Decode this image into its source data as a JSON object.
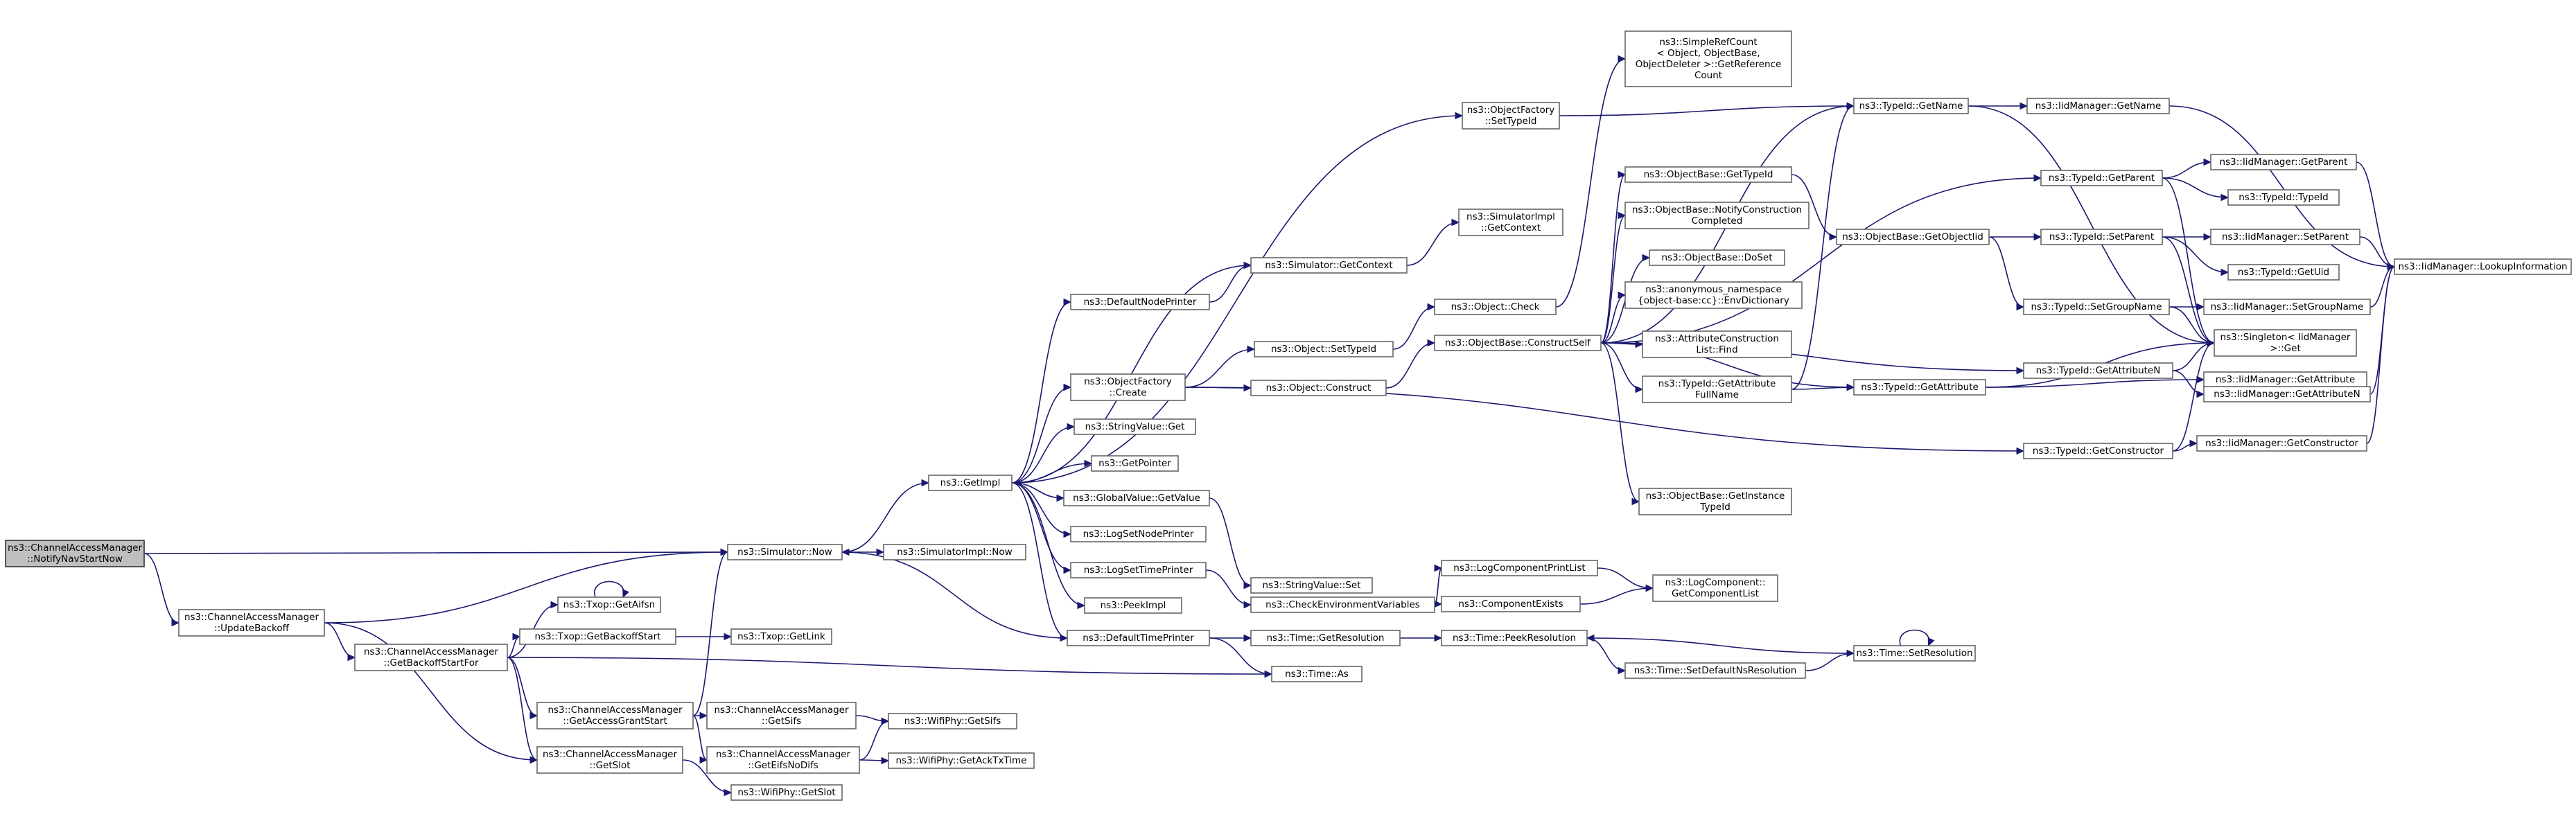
{
  "diagram": {
    "nodes": [
      {
        "id": "n_root",
        "lines": [
          "ns3::ChannelAccessManager",
          "::NotifyNavStartNow"
        ],
        "root": true
      },
      {
        "id": "n_updatebackoff",
        "lines": [
          "ns3::ChannelAccessManager",
          "::UpdateBackoff"
        ]
      },
      {
        "id": "n_simnow",
        "lines": [
          "ns3::Simulator::Now"
        ]
      },
      {
        "id": "n_getbackoffstartfor",
        "lines": [
          "ns3::ChannelAccessManager",
          "::GetBackoffStartFor"
        ]
      },
      {
        "id": "n_getslot",
        "lines": [
          "ns3::ChannelAccessManager",
          "::GetSlot"
        ]
      },
      {
        "id": "n_getaifsn",
        "lines": [
          "ns3::Txop::GetAifsn"
        ]
      },
      {
        "id": "n_txopgetbackoffstart",
        "lines": [
          "ns3::Txop::GetBackoffStart"
        ]
      },
      {
        "id": "n_getaccessgrantstart",
        "lines": [
          "ns3::ChannelAccessManager",
          "::GetAccessGrantStart"
        ]
      },
      {
        "id": "n_wifiphygetslot",
        "lines": [
          "ns3::WifiPhy::GetSlot"
        ]
      },
      {
        "id": "n_txopgetlink",
        "lines": [
          "ns3::Txop::GetLink"
        ]
      },
      {
        "id": "n_getsifs",
        "lines": [
          "ns3::ChannelAccessManager",
          "::GetSifs"
        ]
      },
      {
        "id": "n_geteifsnodifs",
        "lines": [
          "ns3::ChannelAccessManager",
          "::GetEifsNoDifs"
        ]
      },
      {
        "id": "n_wifiphygetsifs",
        "lines": [
          "ns3::WifiPhy::GetSifs"
        ]
      },
      {
        "id": "n_wifiphygetacktxtime",
        "lines": [
          "ns3::WifiPhy::GetAckTxTime"
        ]
      },
      {
        "id": "n_getimpl",
        "lines": [
          "ns3::GetImpl"
        ]
      },
      {
        "id": "n_simimplnow",
        "lines": [
          "ns3::SimulatorImpl::Now"
        ]
      },
      {
        "id": "n_objfactorysettypeid",
        "lines": [
          "ns3::ObjectFactory",
          "::SetTypeId"
        ]
      },
      {
        "id": "n_simgetcontext",
        "lines": [
          "ns3::Simulator::GetContext"
        ]
      },
      {
        "id": "n_defaultnodeprinter",
        "lines": [
          "ns3::DefaultNodePrinter"
        ]
      },
      {
        "id": "n_objfactorycreate",
        "lines": [
          "ns3::ObjectFactory",
          "::Create"
        ]
      },
      {
        "id": "n_stringvalueget",
        "lines": [
          "ns3::StringValue::Get"
        ]
      },
      {
        "id": "n_getpointer",
        "lines": [
          "ns3::GetPointer"
        ]
      },
      {
        "id": "n_globalvalueget",
        "lines": [
          "ns3::GlobalValue::GetValue"
        ]
      },
      {
        "id": "n_logsetnodeprinter",
        "lines": [
          "ns3::LogSetNodePrinter"
        ]
      },
      {
        "id": "n_logsettimeprinter",
        "lines": [
          "ns3::LogSetTimePrinter"
        ]
      },
      {
        "id": "n_peekimpl",
        "lines": [
          "ns3::PeekImpl"
        ]
      },
      {
        "id": "n_defaulttimeprinter",
        "lines": [
          "ns3::DefaultTimePrinter"
        ]
      },
      {
        "id": "n_simimplgetcontext",
        "lines": [
          "ns3::SimulatorImpl",
          "::GetContext"
        ]
      },
      {
        "id": "n_objectcheck",
        "lines": [
          "ns3::Object::Check"
        ]
      },
      {
        "id": "n_objectsettypeid",
        "lines": [
          "ns3::Object::SetTypeId"
        ]
      },
      {
        "id": "n_objectconstruct",
        "lines": [
          "ns3::Object::Construct"
        ]
      },
      {
        "id": "n_constructself",
        "lines": [
          "ns3::ObjectBase::ConstructSelf"
        ]
      },
      {
        "id": "n_stringvalueset",
        "lines": [
          "ns3::StringValue::Set"
        ]
      },
      {
        "id": "n_checkenvvars",
        "lines": [
          "ns3::CheckEnvironmentVariables"
        ]
      },
      {
        "id": "n_timegetresolution",
        "lines": [
          "ns3::Time::GetResolution"
        ]
      },
      {
        "id": "n_timeas",
        "lines": [
          "ns3::Time::As"
        ]
      },
      {
        "id": "n_simplerefcount",
        "lines": [
          "ns3::SimpleRefCount",
          "< Object, ObjectBase,",
          "ObjectDeleter >::GetReference",
          "Count"
        ]
      },
      {
        "id": "n_gettypeid",
        "lines": [
          "ns3::ObjectBase::GetTypeId"
        ]
      },
      {
        "id": "n_notifyconstruction",
        "lines": [
          "ns3::ObjectBase::NotifyConstruction",
          "Completed"
        ]
      },
      {
        "id": "n_doset",
        "lines": [
          "ns3::ObjectBase::DoSet"
        ]
      },
      {
        "id": "n_envdictionary",
        "lines": [
          "ns3::anonymous_namespace",
          "{object-base:cc}::EnvDictionary"
        ]
      },
      {
        "id": "n_attrconstructionlist",
        "lines": [
          "ns3::AttributeConstruction",
          "List::Find"
        ]
      },
      {
        "id": "n_getattributefullname",
        "lines": [
          "ns3::TypeId::GetAttribute",
          "FullName"
        ]
      },
      {
        "id": "n_getinstancetypeid",
        "lines": [
          "ns3::ObjectBase::GetInstance",
          "TypeId"
        ]
      },
      {
        "id": "n_logcomponentprintlist",
        "lines": [
          "ns3::LogComponentPrintList"
        ]
      },
      {
        "id": "n_componentexists",
        "lines": [
          "ns3::ComponentExists"
        ]
      },
      {
        "id": "n_timepeekresolution",
        "lines": [
          "ns3::Time::PeekResolution"
        ]
      },
      {
        "id": "n_setdefaultnsresolution",
        "lines": [
          "ns3::Time::SetDefaultNsResolution"
        ]
      },
      {
        "id": "n_typeidgetname",
        "lines": [
          "ns3::TypeId::GetName"
        ]
      },
      {
        "id": "n_getobjectiid",
        "lines": [
          "ns3::ObjectBase::GetObjectIid"
        ]
      },
      {
        "id": "n_typeidgetattribute",
        "lines": [
          "ns3::TypeId::GetAttribute"
        ]
      },
      {
        "id": "n_logcompgetcomplist",
        "lines": [
          "ns3::LogComponent::",
          "GetComponentList"
        ]
      },
      {
        "id": "n_timesetresolution",
        "lines": [
          "ns3::Time::SetResolution"
        ]
      },
      {
        "id": "n_typeidgetparent",
        "lines": [
          "ns3::TypeId::GetParent"
        ]
      },
      {
        "id": "n_typeidsetparent",
        "lines": [
          "ns3::TypeId::SetParent"
        ]
      },
      {
        "id": "n_typeidsetgroupname",
        "lines": [
          "ns3::TypeId::SetGroupName"
        ]
      },
      {
        "id": "n_typeidgetattributen",
        "lines": [
          "ns3::TypeId::GetAttributeN"
        ]
      },
      {
        "id": "n_typeidgetconstructor",
        "lines": [
          "ns3::TypeId::GetConstructor"
        ]
      },
      {
        "id": "n_iidgetname",
        "lines": [
          "ns3::IidManager::GetName"
        ]
      },
      {
        "id": "n_iidgetparent",
        "lines": [
          "ns3::IidManager::GetParent"
        ]
      },
      {
        "id": "n_typeidtypeid",
        "lines": [
          "ns3::TypeId::TypeId"
        ]
      },
      {
        "id": "n_iidsetparent",
        "lines": [
          "ns3::IidManager::SetParent"
        ]
      },
      {
        "id": "n_typeidgetuid",
        "lines": [
          "ns3::TypeId::GetUid"
        ]
      },
      {
        "id": "n_iidsetgroupname",
        "lines": [
          "ns3::IidManager::SetGroupName"
        ]
      },
      {
        "id": "n_singletonget",
        "lines": [
          "ns3::Singleton< IidManager",
          ">::Get"
        ]
      },
      {
        "id": "n_iidgetattribute",
        "lines": [
          "ns3::IidManager::GetAttribute"
        ]
      },
      {
        "id": "n_iidgetattributen",
        "lines": [
          "ns3::IidManager::GetAttributeN"
        ]
      },
      {
        "id": "n_iidgetconstructor",
        "lines": [
          "ns3::IidManager::GetConstructor"
        ]
      },
      {
        "id": "n_iidlookupinformation",
        "lines": [
          "ns3::IidManager::LookupInformation"
        ]
      }
    ],
    "edges": [
      [
        "n_root",
        "n_simnow"
      ],
      [
        "n_root",
        "n_updatebackoff"
      ],
      [
        "n_updatebackoff",
        "n_simnow"
      ],
      [
        "n_updatebackoff",
        "n_getbackoffstartfor"
      ],
      [
        "n_updatebackoff",
        "n_getslot"
      ],
      [
        "n_simnow",
        "n_getimpl"
      ],
      [
        "n_simnow",
        "n_simimplnow"
      ],
      [
        "n_getbackoffstartfor",
        "n_getaifsn"
      ],
      [
        "n_getbackoffstartfor",
        "n_txopgetbackoffstart"
      ],
      [
        "n_getbackoffstartfor",
        "n_getaccessgrantstart"
      ],
      [
        "n_getbackoffstartfor",
        "n_getslot"
      ],
      [
        "n_getbackoffstartfor",
        "n_timeas"
      ],
      [
        "n_getaifsn",
        "n_getaifsn"
      ],
      [
        "n_txopgetbackoffstart",
        "n_txopgetlink"
      ],
      [
        "n_getaccessgrantstart",
        "n_simnow"
      ],
      [
        "n_getaccessgrantstart",
        "n_getsifs"
      ],
      [
        "n_getaccessgrantstart",
        "n_geteifsnodifs"
      ],
      [
        "n_getslot",
        "n_wifiphygetslot"
      ],
      [
        "n_getsifs",
        "n_wifiphygetsifs"
      ],
      [
        "n_geteifsnodifs",
        "n_wifiphygetsifs"
      ],
      [
        "n_geteifsnodifs",
        "n_wifiphygetacktxtime"
      ],
      [
        "n_getimpl",
        "n_objfactorysettypeid"
      ],
      [
        "n_getimpl",
        "n_simgetcontext"
      ],
      [
        "n_getimpl",
        "n_defaultnodeprinter"
      ],
      [
        "n_getimpl",
        "n_objfactorycreate"
      ],
      [
        "n_getimpl",
        "n_stringvalueget"
      ],
      [
        "n_getimpl",
        "n_getpointer"
      ],
      [
        "n_getimpl",
        "n_globalvalueget"
      ],
      [
        "n_getimpl",
        "n_logsetnodeprinter"
      ],
      [
        "n_getimpl",
        "n_logsettimeprinter"
      ],
      [
        "n_getimpl",
        "n_peekimpl"
      ],
      [
        "n_getimpl",
        "n_defaulttimeprinter"
      ],
      [
        "n_defaulttimeprinter",
        "n_simnow"
      ],
      [
        "n_defaulttimeprinter",
        "n_timegetresolution"
      ],
      [
        "n_defaulttimeprinter",
        "n_timeas"
      ],
      [
        "n_defaultnodeprinter",
        "n_simgetcontext"
      ],
      [
        "n_simgetcontext",
        "n_simimplgetcontext"
      ],
      [
        "n_objfactorysettypeid",
        "n_typeidgetname"
      ],
      [
        "n_objfactorycreate",
        "n_objectsettypeid"
      ],
      [
        "n_objfactorycreate",
        "n_objectconstruct"
      ],
      [
        "n_objfactorycreate",
        "n_typeidgetconstructor"
      ],
      [
        "n_objectsettypeid",
        "n_objectcheck"
      ],
      [
        "n_objectcheck",
        "n_simplerefcount"
      ],
      [
        "n_objectconstruct",
        "n_constructself"
      ],
      [
        "n_globalvalueget",
        "n_stringvalueset"
      ],
      [
        "n_logsettimeprinter",
        "n_checkenvvars"
      ],
      [
        "n_checkenvvars",
        "n_logcomponentprintlist"
      ],
      [
        "n_checkenvvars",
        "n_componentexists"
      ],
      [
        "n_logcomponentprintlist",
        "n_logcompgetcomplist"
      ],
      [
        "n_componentexists",
        "n_logcompgetcomplist"
      ],
      [
        "n_timegetresolution",
        "n_timepeekresolution"
      ],
      [
        "n_timepeekresolution",
        "n_setdefaultnsresolution"
      ],
      [
        "n_setdefaultnsresolution",
        "n_timesetresolution"
      ],
      [
        "n_timesetresolution",
        "n_timepeekresolution"
      ],
      [
        "n_timesetresolution",
        "n_timesetresolution"
      ],
      [
        "n_constructself",
        "n_typeidgetname"
      ],
      [
        "n_constructself",
        "n_gettypeid"
      ],
      [
        "n_constructself",
        "n_notifyconstruction"
      ],
      [
        "n_constructself",
        "n_doset"
      ],
      [
        "n_constructself",
        "n_envdictionary"
      ],
      [
        "n_constructself",
        "n_attrconstructionlist"
      ],
      [
        "n_constructself",
        "n_getattributefullname"
      ],
      [
        "n_constructself",
        "n_getinstancetypeid"
      ],
      [
        "n_constructself",
        "n_typeidgetparent"
      ],
      [
        "n_constructself",
        "n_typeidgetattribute"
      ],
      [
        "n_constructself",
        "n_typeidgetattributen"
      ],
      [
        "n_gettypeid",
        "n_getobjectiid"
      ],
      [
        "n_getobjectiid",
        "n_typeidsetparent"
      ],
      [
        "n_getobjectiid",
        "n_typeidsetgroupname"
      ],
      [
        "n_getattributefullname",
        "n_typeidgetname"
      ],
      [
        "n_getattributefullname",
        "n_typeidgetattribute"
      ],
      [
        "n_typeidgetattribute",
        "n_iidgetattribute"
      ],
      [
        "n_typeidgetattribute",
        "n_singletonget"
      ],
      [
        "n_typeidgetname",
        "n_iidgetname"
      ],
      [
        "n_typeidgetname",
        "n_singletonget"
      ],
      [
        "n_typeidgetparent",
        "n_iidgetparent"
      ],
      [
        "n_typeidgetparent",
        "n_typeidtypeid"
      ],
      [
        "n_typeidgetparent",
        "n_singletonget"
      ],
      [
        "n_typeidsetparent",
        "n_iidsetparent"
      ],
      [
        "n_typeidsetparent",
        "n_typeidgetuid"
      ],
      [
        "n_typeidsetparent",
        "n_singletonget"
      ],
      [
        "n_typeidsetgroupname",
        "n_iidsetgroupname"
      ],
      [
        "n_typeidsetgroupname",
        "n_singletonget"
      ],
      [
        "n_typeidgetattributen",
        "n_iidgetattributen"
      ],
      [
        "n_typeidgetattributen",
        "n_singletonget"
      ],
      [
        "n_typeidgetconstructor",
        "n_iidgetconstructor"
      ],
      [
        "n_typeidgetconstructor",
        "n_singletonget"
      ],
      [
        "n_iidgetname",
        "n_iidlookupinformation"
      ],
      [
        "n_iidgetparent",
        "n_iidlookupinformation"
      ],
      [
        "n_iidsetparent",
        "n_iidlookupinformation"
      ],
      [
        "n_iidsetgroupname",
        "n_iidlookupinformation"
      ],
      [
        "n_iidgetattributen",
        "n_iidlookupinformation"
      ],
      [
        "n_iidgetconstructor",
        "n_iidlookupinformation"
      ]
    ]
  }
}
